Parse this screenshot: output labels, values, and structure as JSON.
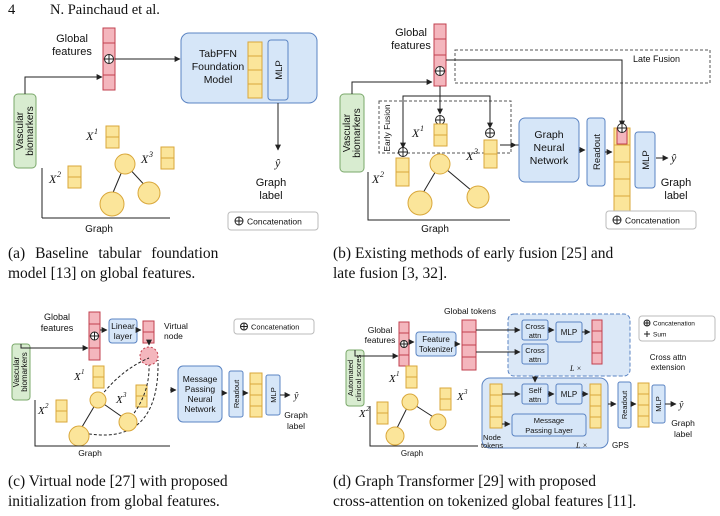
{
  "header": {
    "page_number": "4",
    "authors": "N. Painchaud et al."
  },
  "panel_a": {
    "global_features": [
      "Global",
      "features"
    ],
    "vascular": [
      "Vascular",
      "biomarkers"
    ],
    "model": [
      "TabPFN",
      "Foundation",
      "Model"
    ],
    "mlp": "MLP",
    "x1": "X",
    "x2": "X",
    "x3": "X",
    "sup1": "1",
    "sup2": "2",
    "sup3": "3",
    "yhat": "ŷ",
    "graph_label": [
      "Graph",
      "label"
    ],
    "graph": "Graph",
    "legend": "Concatenation",
    "caption": [
      "(a)  Baseline  tabular  foundation",
      "model [13] on global features."
    ]
  },
  "panel_b": {
    "global_features": [
      "Global",
      "features"
    ],
    "late_fusion": "Late Fusion",
    "early_fusion": "Early Fusion",
    "vascular": [
      "Vascular",
      "biomarkers"
    ],
    "gnn": [
      "Graph",
      "Neural",
      "Network"
    ],
    "readout": "Readout",
    "mlp": "MLP",
    "yhat": "ŷ",
    "graph_label": [
      "Graph",
      "label"
    ],
    "graph": "Graph",
    "legend": "Concatenation",
    "caption": [
      "(b) Existing methods of early fusion [25] and",
      "late fusion [3, 32]."
    ]
  },
  "panel_c": {
    "global_features": [
      "Global",
      "features"
    ],
    "linear": [
      "Linear",
      "layer"
    ],
    "virtual": [
      "Virtual",
      "node"
    ],
    "legend": "Concatenation",
    "vascular": [
      "Vascular",
      "biomarkers"
    ],
    "mpnn": [
      "Message",
      "Passing",
      "Neural",
      "Network"
    ],
    "readout": "Readout",
    "mlp": "MLP",
    "yhat": "ŷ",
    "graph_label": [
      "Graph",
      "label"
    ],
    "graph": "Graph",
    "caption": [
      "(c) Virtual node [27] with proposed",
      "initialization from global features."
    ]
  },
  "panel_d": {
    "global_tokens": "Global tokens",
    "global_features": [
      "Global",
      "features"
    ],
    "tokenizer": [
      "Feature",
      "Tokenizer"
    ],
    "cross_attn": [
      "Cross",
      "attn"
    ],
    "mlp": "MLP",
    "l_times": "L ×",
    "legend_concat": "Concatenation",
    "legend_sum": "Sum",
    "cross_ext": [
      "Cross attn",
      "extension"
    ],
    "automated": [
      "Automated",
      "clinical scores"
    ],
    "self_attn": [
      "Self",
      "attn"
    ],
    "node_tokens": [
      "Node",
      "tokens"
    ],
    "mpl": [
      "Message",
      "Passing Layer"
    ],
    "readout": "Readout",
    "yhat": "ŷ",
    "graph_label": [
      "Graph",
      "label"
    ],
    "gps": "GPS",
    "graph": "Graph",
    "caption": [
      "(d) Graph Transformer [29] with proposed",
      "cross-attention on tokenized global features [11]."
    ]
  }
}
